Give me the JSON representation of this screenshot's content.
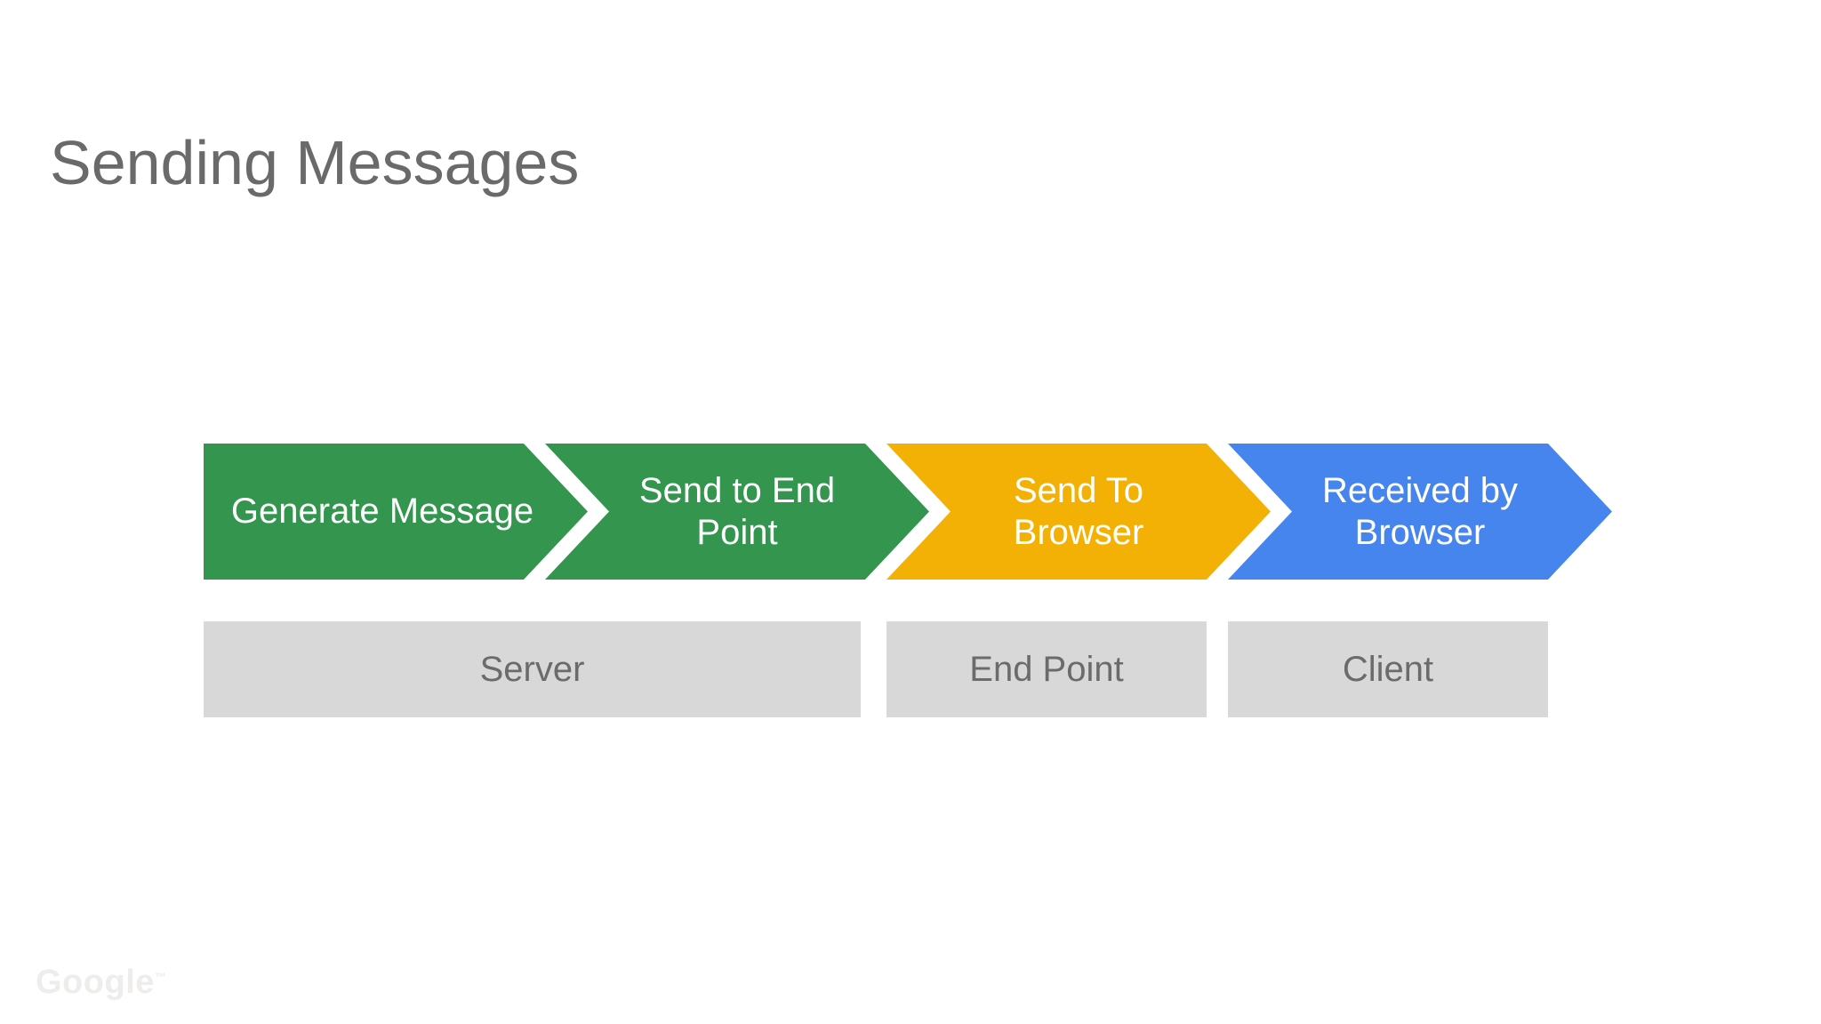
{
  "title": "Sending Messages",
  "flow": {
    "steps": [
      {
        "label": "Generate Message",
        "color": "#34954F"
      },
      {
        "label": "Send to End\nPoint",
        "color": "#34954F"
      },
      {
        "label": "Send To\nBrowser",
        "color": "#F3B105"
      },
      {
        "label": "Received by\nBrowser",
        "color": "#4785EE"
      }
    ],
    "zones": [
      {
        "label": "Server"
      },
      {
        "label": "End Point"
      },
      {
        "label": "Client"
      }
    ]
  },
  "watermark": {
    "text": "Google",
    "tm": "™"
  },
  "colors": {
    "background": "#FFFFFF",
    "step_green": "#34954F",
    "step_yellow": "#F3B105",
    "step_blue": "#4785EE",
    "step_text": "#FFFFFF",
    "zone_bg": "#D8D8D8",
    "zone_text": "#6B6B6B",
    "title_text": "#6A6A6A"
  }
}
